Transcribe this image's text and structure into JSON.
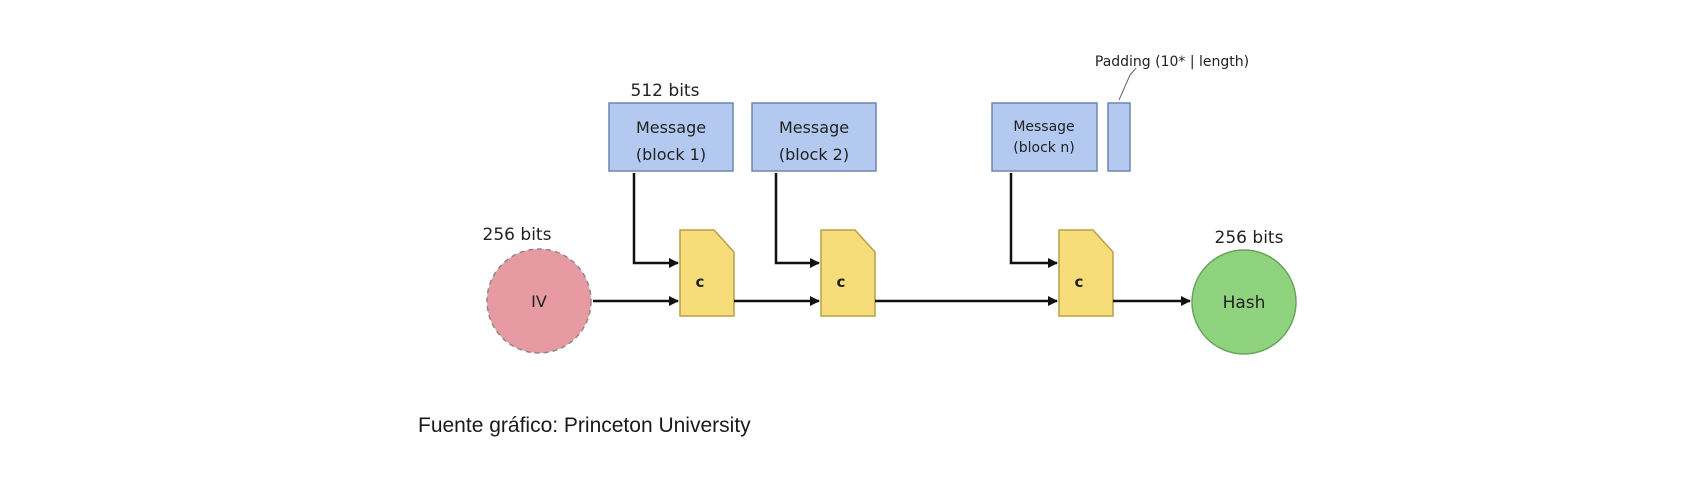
{
  "diagram": {
    "labels": {
      "block_size": "512 bits",
      "iv_size": "256 bits",
      "hash_size": "256 bits",
      "padding": "Padding (10* | length)"
    },
    "message_blocks": [
      {
        "line1": "Message",
        "line2": "(block 1)"
      },
      {
        "line1": "Message",
        "line2": "(block 2)"
      },
      {
        "line1": "Message",
        "line2": "(block n)"
      }
    ],
    "compress_label": "c",
    "iv_label": "IV",
    "hash_label": "Hash",
    "colors": {
      "message_fill": "#b3c9f0",
      "message_stroke": "#6f86b3",
      "compress_fill": "#f7dc7a",
      "compress_stroke": "#b89f45",
      "iv_fill": "#e89aa2",
      "iv_stroke": "#8a8a8a",
      "hash_fill": "#8fd37e",
      "hash_stroke": "#6aa35c",
      "arrow": "#111111"
    }
  },
  "caption": "Fuente gráfico: Princeton University"
}
